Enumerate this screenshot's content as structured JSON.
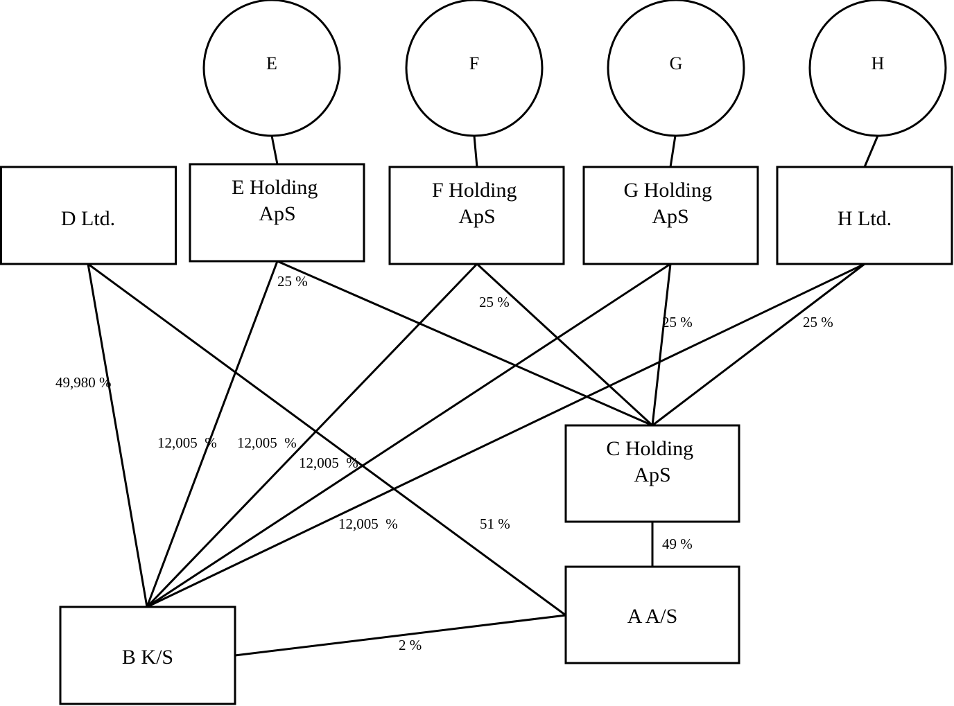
{
  "persons": {
    "e": "E",
    "f": "F",
    "g": "G",
    "h": "H"
  },
  "companies": {
    "d_ltd": "D Ltd.",
    "e_holding": [
      "E Holding",
      "ApS"
    ],
    "f_holding": [
      "F Holding",
      "ApS"
    ],
    "g_holding": [
      "G Holding",
      "ApS"
    ],
    "h_ltd": "H Ltd.",
    "c_holding": [
      "C Holding",
      "ApS"
    ],
    "a_as": "A A/S",
    "b_ks": "B K/S"
  },
  "ownership": {
    "d_to_b": "49,980 %",
    "e_to_b": "12,005  %",
    "f_to_b": "12,005  %",
    "g_to_b": "12,005  %",
    "h_to_b": "12,005  %",
    "d_to_a": "51 %",
    "e_to_c": "25 %",
    "f_to_c": "25 %",
    "g_to_c": "25 %",
    "h_to_c": "25 %",
    "c_to_a": "49 %",
    "b_to_a": "2 %"
  }
}
